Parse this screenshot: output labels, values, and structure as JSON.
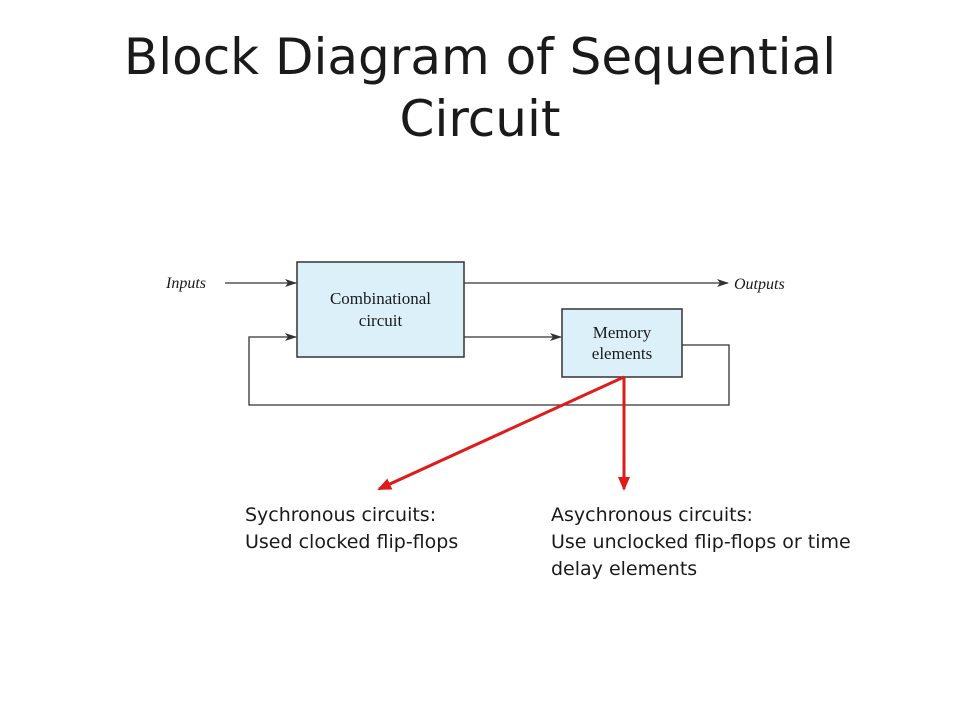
{
  "title": {
    "line1": "Block Diagram of Sequential",
    "line2": "Circuit"
  },
  "diagram": {
    "inputs_label": "Inputs",
    "outputs_label": "Outputs",
    "combinational": {
      "line1": "Combinational",
      "line2": "circuit"
    },
    "memory": {
      "line1": "Memory",
      "line2": "elements"
    },
    "box_fill": "#dcf0fa",
    "line_color": "#333333",
    "annotation_color": "#e01b1b"
  },
  "notes": {
    "synchronous": {
      "line1": "Sychronous circuits:",
      "line2": "Used clocked flip-flops"
    },
    "asynchronous": {
      "line1": "Asychronous circuits:",
      "line2": "Use unclocked flip-flops or time",
      "line3": "delay elements"
    }
  }
}
